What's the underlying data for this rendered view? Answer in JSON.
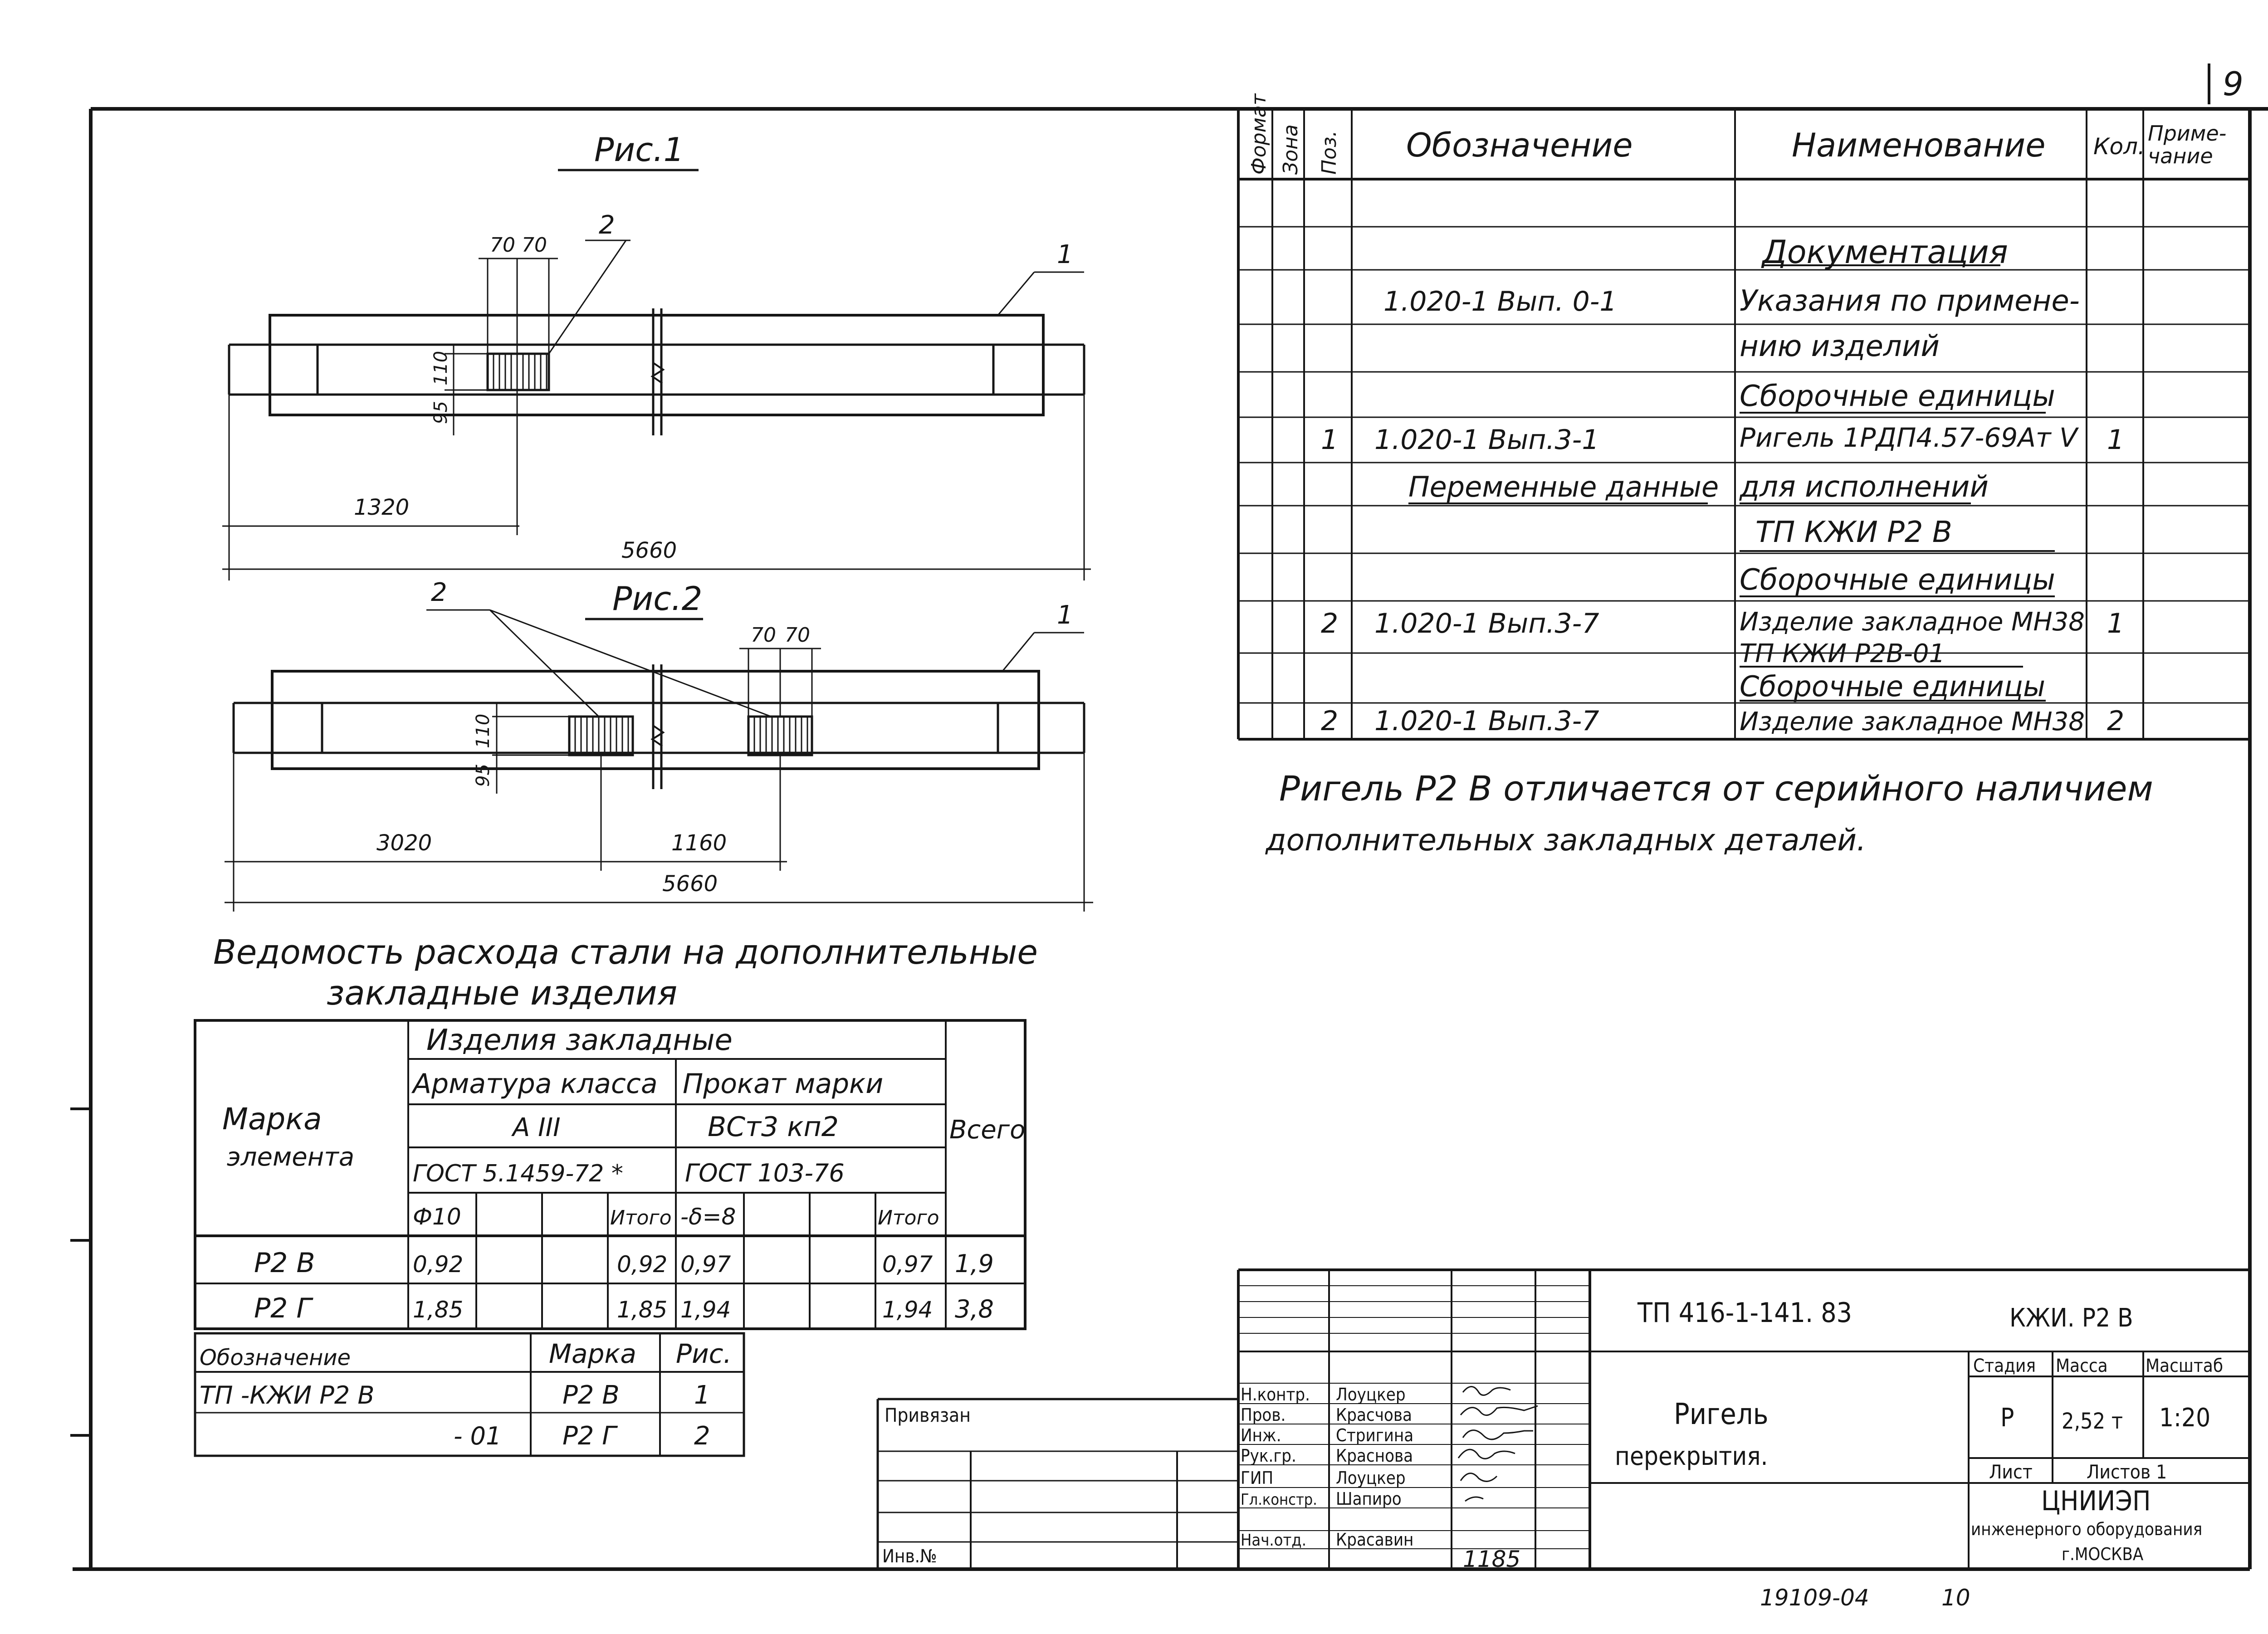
{
  "sheet_number": "9",
  "fig1": {
    "caption": "Рис.1",
    "dims": {
      "d70a": "70",
      "d70b": "70",
      "d110": "110",
      "d95": "95",
      "d1320": "1320",
      "d5660": "5660"
    },
    "callouts": {
      "pos2": "2",
      "pos1": "1"
    }
  },
  "fig2": {
    "caption": "Рис.2",
    "dims": {
      "d70a": "70",
      "d70b": "70",
      "d110": "110",
      "d95": "95",
      "d3020": "3020",
      "d1160": "1160",
      "d5660": "5660"
    },
    "callouts": {
      "pos2": "2",
      "pos1": "1"
    }
  },
  "spec": {
    "headers": {
      "format": "Формат",
      "zone": "Зона",
      "pos": "Поз.",
      "designation": "Обозначение",
      "name": "Наименование",
      "qty": "Кол.",
      "note": "Приме-\nчание"
    },
    "rows": [
      {
        "pos": "",
        "designation": "",
        "name": "Документация",
        "qty": ""
      },
      {
        "pos": "",
        "designation": "1.020-1  Вып. 0-1",
        "name": "Указания по примене-",
        "qty": ""
      },
      {
        "pos": "",
        "designation": "",
        "name": "нию изделий",
        "qty": ""
      },
      {
        "pos": "",
        "designation": "",
        "name": "Сборочные единицы",
        "qty": ""
      },
      {
        "pos": "1",
        "designation": "1.020-1  Вып.3-1",
        "name": "Ригель 1РДП4.57-69Ат V",
        "qty": "1"
      },
      {
        "pos": "",
        "designation": "Переменные данные",
        "name": "для исполнений",
        "qty": ""
      },
      {
        "pos": "",
        "designation": "",
        "name": "ТП        КЖИ Р2 В",
        "qty": ""
      },
      {
        "pos": "",
        "designation": "",
        "name": "Сборочные единицы",
        "qty": ""
      },
      {
        "pos": "2",
        "designation": "1.020-1  Вып.3-7",
        "name": "Изделие закладное МН38",
        "qty": "1"
      },
      {
        "pos": "",
        "designation": "",
        "name": "ТП      КЖИ Р2В-01",
        "qty": ""
      },
      {
        "pos": "",
        "designation": "",
        "name": "Сборочные единицы",
        "qty": ""
      },
      {
        "pos": "2",
        "designation": "1.020-1  Вып.3-7",
        "name": "Изделие закладное МН38",
        "qty": "2"
      }
    ]
  },
  "note": {
    "line1": "Ригель Р2 В отличается от серийного наличием",
    "line2": "дополнительных закладных деталей."
  },
  "steel_table": {
    "title1": "Ведомость расхода стали на дополнительные",
    "title2": "закладные изделия",
    "h_mark1": "Марка",
    "h_mark2": "элемента",
    "h_items": "Изделия закладные",
    "h_rebar": "Арматура класса",
    "h_rolled": "Прокат марки",
    "h_total": "Всего",
    "h_rebar_class": "А III",
    "h_rolled_grade": "ВСт3 кп2",
    "h_rebar_std": "ГОСТ 5.1459-72 *",
    "h_rolled_std": "ГОСТ 103-76",
    "h_d10": "Ф10",
    "h_itogo1": "Итого",
    "h_t8": "-δ=8",
    "h_itogo2": "Итого",
    "rows": [
      {
        "mark": "Р2 В",
        "d10": "0,92",
        "itogo1": "0,92",
        "t8": "0,97",
        "itogo2": "0,97",
        "total": "1,9"
      },
      {
        "mark": "Р2 Г",
        "d10": "1,85",
        "itogo1": "1,85",
        "t8": "1,94",
        "itogo2": "1,94",
        "total": "3,8"
      }
    ]
  },
  "variants": {
    "h_designation": "Обозначение",
    "h_mark": "Марка",
    "h_fig": "Рис.",
    "rows": [
      {
        "designation": "ТП       -КЖИ Р2 В",
        "mark": "Р2 В",
        "fig": "1"
      },
      {
        "designation": "- 01",
        "mark": "Р2 Г",
        "fig": "2"
      }
    ]
  },
  "stamp": {
    "privyazan": "Привязан",
    "inv": "Инв.№",
    "code": "ТП 416-1-141. 83",
    "sheet_code": "КЖИ. Р2 В",
    "title1": "Ригель",
    "title2": "перекрытия.",
    "stage_label": "Стадия",
    "mass_label": "Масса",
    "scale_label": "Масштаб",
    "stage": "Р",
    "mass": "2,52 т",
    "scale": "1:20",
    "sheet_label": "Лист",
    "sheets_label": "Листов 1",
    "org1": "ЦНИИЭП",
    "org2": "инженерного оборудования",
    "org3": "г.МОСКВА",
    "roles": [
      {
        "role": "Н.контр.",
        "name": "Лоуцкер"
      },
      {
        "role": "Пров.",
        "name": "Красчова"
      },
      {
        "role": "Инж.",
        "name": "Стригина"
      },
      {
        "role": "Рук.гр.",
        "name": "Краснова"
      },
      {
        "role": "ГИП",
        "name": "Лоуцкер"
      },
      {
        "role": "Гл.констр.",
        "name": "Шапиро"
      },
      {
        "role": "Нач.отд.",
        "name": "Красавин"
      }
    ],
    "signature_date": "1185"
  },
  "footer": {
    "code": "19109-04",
    "page": "10"
  }
}
